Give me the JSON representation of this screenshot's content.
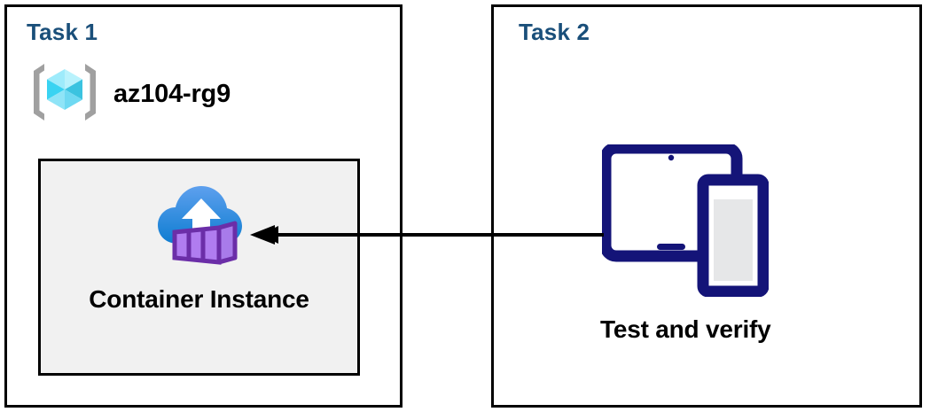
{
  "diagram": {
    "title": "Azure Container Instance task diagram",
    "background_color": "#ffffff",
    "panel_border_color": "#000000",
    "title_color": "#1A4F7A"
  },
  "panels": [
    {
      "id": "task1",
      "title": "Task 1",
      "resource_group": {
        "icon": "resource-group-icon",
        "name": "az104-rg9"
      },
      "node": {
        "icon": "container-instance-icon",
        "label": "Container Instance",
        "fill_color": "#F1F1F1",
        "border_color": "#000000"
      }
    },
    {
      "id": "task2",
      "title": "Task 2",
      "node": {
        "icon": "devices-icon",
        "label": "Test and verify",
        "icon_color": "#141478"
      }
    }
  ],
  "connector": {
    "name": "arrow-task2-to-task1",
    "direction": "right-to-left",
    "color": "#000000",
    "from": "Test and verify",
    "to": "Container Instance"
  }
}
